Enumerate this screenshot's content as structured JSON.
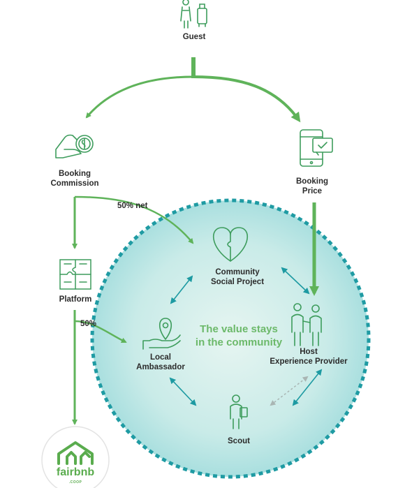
{
  "nodes": {
    "guest": "Guest",
    "booking_commission": [
      "Booking",
      "Commission"
    ],
    "booking_price": [
      "Booking",
      "Price"
    ],
    "platform": "Platform",
    "community_social_project": [
      "Community",
      "Social Project"
    ],
    "local_ambassador": [
      "Local",
      "Ambassador"
    ],
    "host_experience_provider": [
      "Host",
      "Experience Provider"
    ],
    "scout": "Scout"
  },
  "flows": {
    "fifty_net": "50% net",
    "fifty": "50%"
  },
  "center_text": [
    "The value stays",
    "in the community"
  ],
  "logo": {
    "name": "fairbnb",
    "suffix": ".COOP"
  },
  "colors": {
    "arrow_green": "#5fb35a",
    "teal_arrows": "#1d9aa2",
    "circle_fill_center": "#dff3ee",
    "circle_border": "#1f9ba3",
    "icon_green": "#3d9c5c",
    "center_text": "#6cb96a"
  },
  "icons": [
    "traveler-icon",
    "hand-coin-icon",
    "phone-check-icon",
    "puzzle-network-icon",
    "puzzle-heart-icon",
    "location-hand-icon",
    "hosts-icon",
    "scout-icon",
    "fairbnb-house-logo"
  ]
}
